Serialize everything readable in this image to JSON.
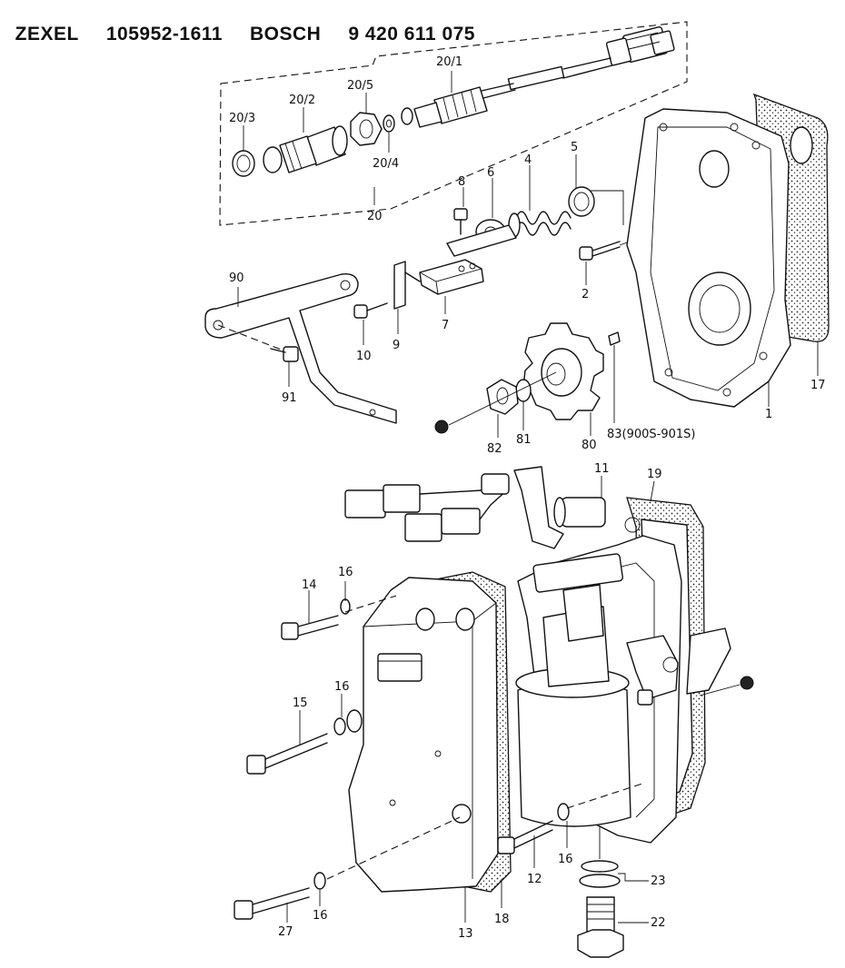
{
  "header": {
    "maker": "ZEXEL",
    "zexel_number": "105952-1611",
    "brand": "BOSCH",
    "bosch_number": "9 420 611 075"
  },
  "callouts": {
    "c20_1": "20/1",
    "c20_2": "20/2",
    "c20_3": "20/3",
    "c20_4": "20/4",
    "c20_5": "20/5",
    "c20": "20",
    "c8": "8",
    "c6": "6",
    "c4": "4",
    "c5": "5",
    "c2": "2",
    "c7": "7",
    "c9": "9",
    "c10": "10",
    "c90": "90",
    "c91": "91",
    "c17": "17",
    "c1": "1",
    "c80": "80",
    "c81": "81",
    "c82": "82",
    "c83": "83(900S-901S)",
    "c11": "11",
    "c19": "19",
    "c14": "14",
    "c16a": "16",
    "c16b": "16",
    "c16c": "16",
    "c16d": "16",
    "c15": "15",
    "c12": "12",
    "c13": "13",
    "c18": "18",
    "c27": "27",
    "c23": "23",
    "c22": "22"
  }
}
